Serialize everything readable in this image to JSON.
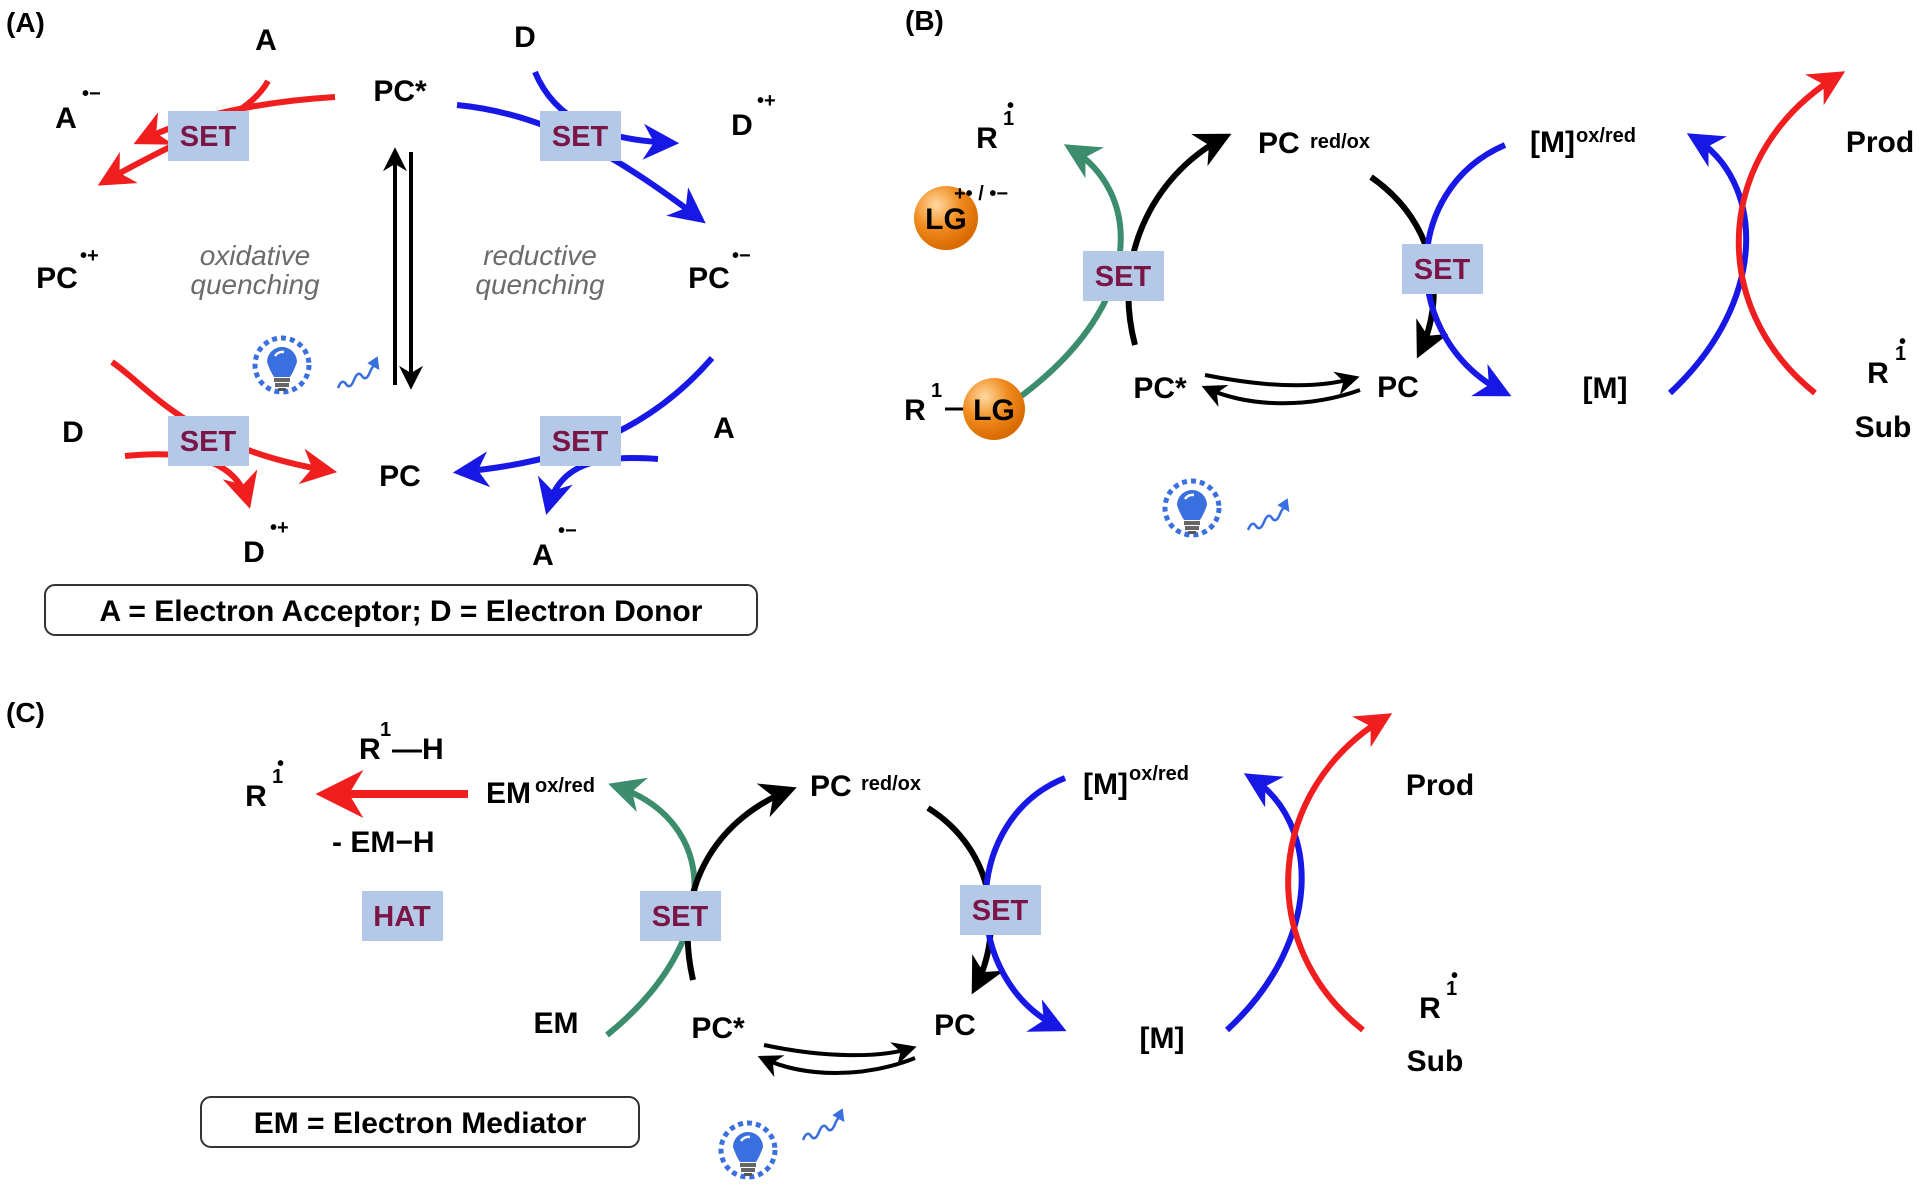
{
  "colors": {
    "red": "#f01e1e",
    "blue": "#1818e6",
    "green": "#3c8c6e",
    "black": "#000000",
    "set_box": "#b4c8e8",
    "set_text": "#7a1545",
    "bulb": "#3a6fe0",
    "lg_ball": "#f08a1c"
  },
  "panel_a": {
    "tag": "(A)",
    "pc_star": "PC*",
    "pc": "PC",
    "oxidative": [
      "oxidative",
      "quenching"
    ],
    "reductive": [
      "reductive",
      "quenching"
    ],
    "acceptor_top": "A",
    "acceptor_top_product": "A",
    "acceptor_top_product_sup": "•−",
    "donor_top": "D",
    "donor_top_product": "D",
    "donor_top_product_sup": "•+",
    "pc_plus": "PC",
    "pc_plus_sup": "•+",
    "pc_minus": "PC",
    "pc_minus_sup": "•−",
    "donor_bottom": "D",
    "donor_bottom_product": "D",
    "donor_bottom_product_sup": "•+",
    "acceptor_bottom": "A",
    "acceptor_bottom_product": "A",
    "acceptor_bottom_product_sup": "•−",
    "set": "SET",
    "legend": "A = Electron Acceptor; D = Electron Donor",
    "bulb_icon": "light-bulb-icon"
  },
  "panel_b": {
    "tag": "(B)",
    "r1": "R",
    "r1_sup": "1",
    "r1_dot": "•",
    "lg": "LG",
    "lg_charge": "+• / •−",
    "pc_redox": "PC",
    "pc_redox_sup": "red/ox",
    "m_oxred": "[M]",
    "m_oxred_sup": "ox/red",
    "prod": "Prod",
    "set": "SET",
    "pc": "PC",
    "pc_star": "PC*",
    "r1lg_prefix": "R",
    "r1lg_sup": "1",
    "r1lg_lg": "LG",
    "m": "[M]",
    "r1_sub": "R",
    "r1_sub_sup": "1",
    "sub": "Sub"
  },
  "panel_c": {
    "tag": "(C)",
    "r1h": "R",
    "r1h_sup": "1",
    "r1h_h": "—H",
    "r1": "R",
    "r1_sup": "1",
    "em_oxred": "EM",
    "em_oxred_sup": "ox/red",
    "minus_emh": "- EM−H",
    "hat": "HAT",
    "pc_redox": "PC",
    "pc_redox_sup": "red/ox",
    "m_oxred": "[M]",
    "m_oxred_sup": "ox/red",
    "prod": "Prod",
    "set": "SET",
    "em": "EM",
    "pc_star": "PC*",
    "pc": "PC",
    "m": "[M]",
    "r1_sub": "R",
    "r1_sub_sup": "1",
    "sub": "Sub",
    "legend": "EM = Electron Mediator"
  }
}
